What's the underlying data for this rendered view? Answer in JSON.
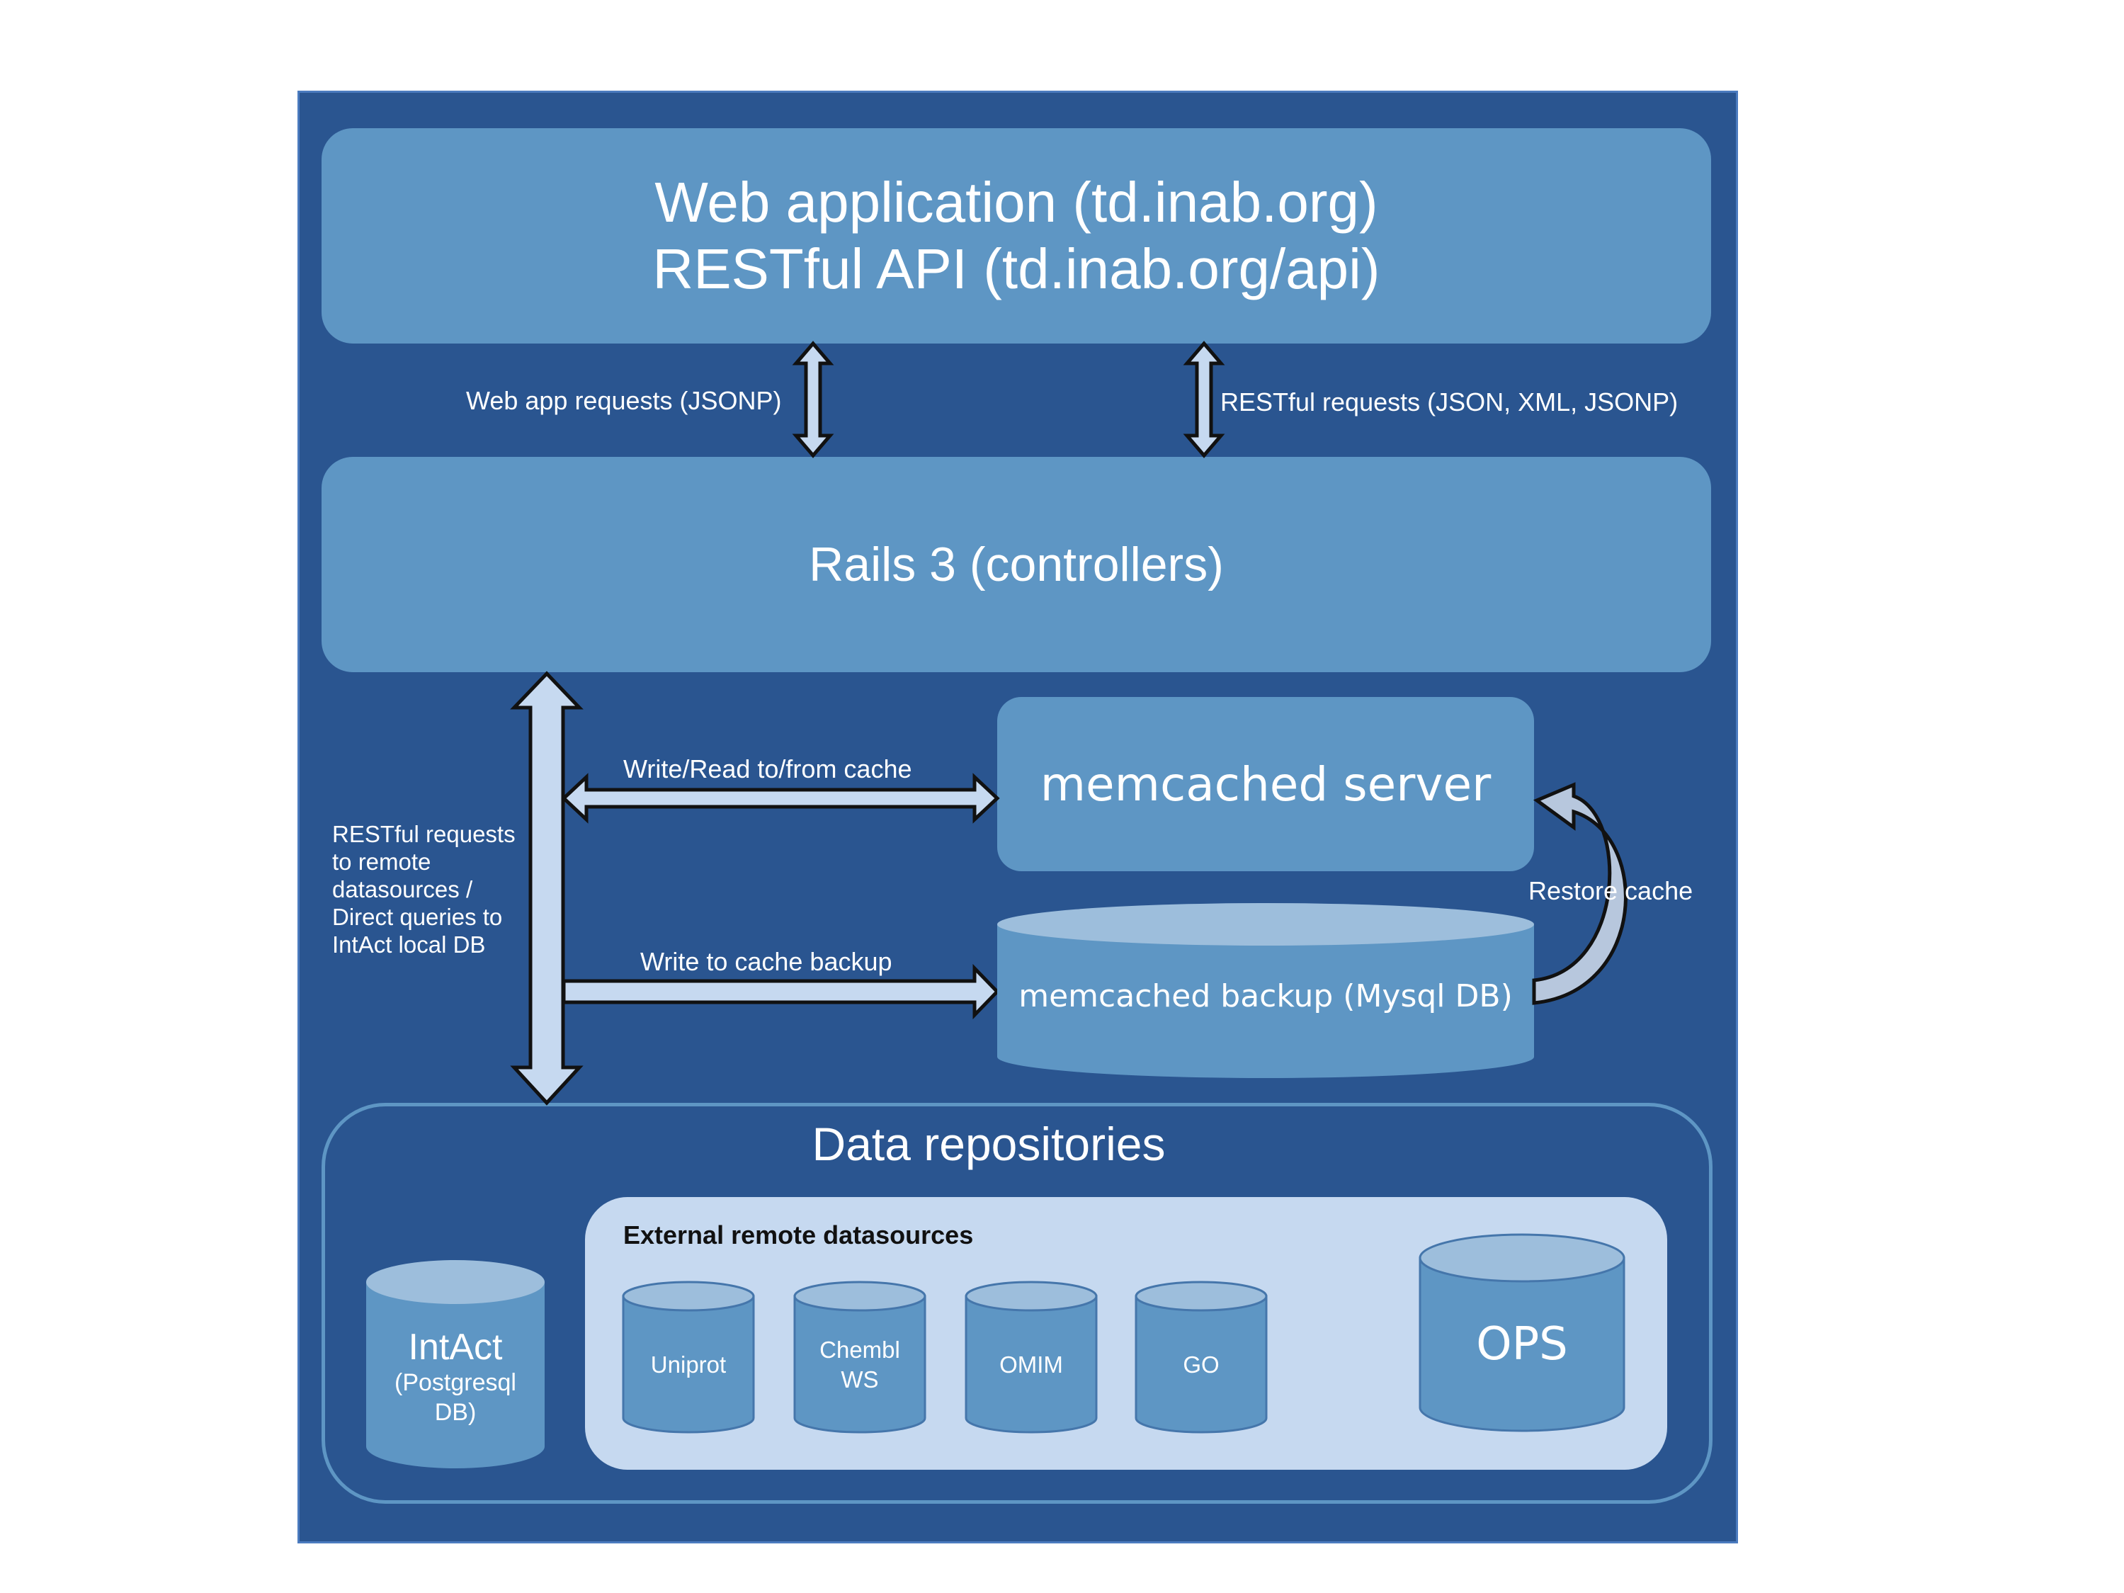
{
  "web_app": {
    "line1": "Web application (td.inab.org)",
    "line2": "RESTful API (td.inab.org/api)"
  },
  "rails": {
    "label": "Rails 3 (controllers)"
  },
  "connections": {
    "web_app_requests": "Web app requests (JSONP)",
    "restful_requests": "RESTful requests (JSON, XML, JSONP)",
    "write_read_cache": "Write/Read to/from cache",
    "write_cache_backup": "Write to cache backup",
    "restore_cache": "Restore cache",
    "remote_requests": [
      "RESTful requests",
      "to remote",
      "datasources /",
      "Direct queries to",
      "IntAct local DB"
    ]
  },
  "memcached_server": {
    "label": "memcached server"
  },
  "memcached_backup": {
    "label": "memcached backup (Mysql DB)"
  },
  "data_repositories": {
    "title": "Data repositories",
    "intact": {
      "name": "IntAct",
      "sub1": "(Postgresql",
      "sub2": "DB)"
    },
    "external": {
      "title": "External remote datasources",
      "sources": [
        {
          "line1": "Uniprot",
          "line2": ""
        },
        {
          "line1": "Chembl",
          "line2": "WS"
        },
        {
          "line1": "OMIM",
          "line2": ""
        },
        {
          "line1": "GO",
          "line2": ""
        }
      ]
    },
    "ops": {
      "label": "OPS"
    }
  },
  "colors": {
    "background": "#ffffff",
    "outer_panel": "#2a5590",
    "box": "#5e96c4",
    "cylinder_top": "#9dbedc",
    "external_panel": "#c6d9f0",
    "arrow_fill": "#c6d9f0"
  }
}
